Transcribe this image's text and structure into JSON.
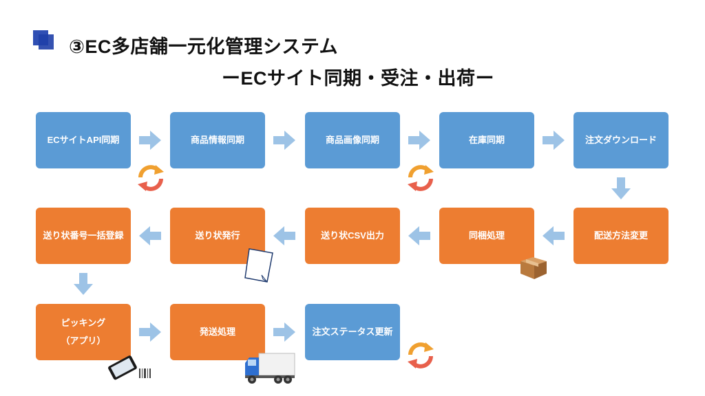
{
  "header": {
    "title_line1": "③EC多店舗一元化管理システム",
    "title_line2": "ーECサイト同期・受注・出荷ー"
  },
  "colors": {
    "sync_box": "#5b9bd5",
    "process_box": "#ed7d31",
    "arrow": "#9dc3e6",
    "logo": "#2f4fb4"
  },
  "row1": [
    "ECサイトAPI同期",
    "商品情報同期",
    "商品画像同期",
    "在庫同期",
    "注文ダウンロード"
  ],
  "row2": [
    "送り状番号一括登録",
    "送り状発行",
    "送り状CSV出力",
    "同梱処理",
    "配送方法変更"
  ],
  "row3": [
    "ピッキング\n（アプリ）",
    "発送処理",
    "注文ステータス更新"
  ],
  "icons": [
    "sync-icon",
    "document-icon",
    "package-box-icon",
    "smartphone-scanner-icon",
    "delivery-truck-icon"
  ]
}
